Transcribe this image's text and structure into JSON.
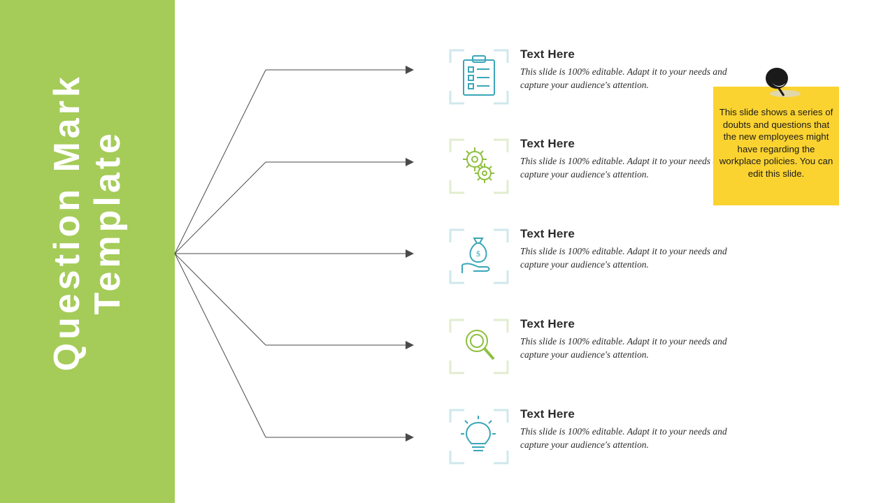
{
  "slide": {
    "title": "Question Mark\nTemplate",
    "band_color": "#a5cc58",
    "background": "#ffffff"
  },
  "rows": [
    {
      "icon": "clipboard-checklist-icon",
      "icon_color": "#3aa6b9",
      "bracket_color": "#cfe8ec",
      "title": "Text Here",
      "description": "This slide is 100% editable.  Adapt it to your needs and capture your audience's attention."
    },
    {
      "icon": "gears-icon",
      "icon_color": "#8fbf3f",
      "bracket_color": "#e2edcf",
      "title": "Text Here",
      "description": "This slide is 100% editable.  Adapt it to your needs and capture your audience's attention."
    },
    {
      "icon": "money-bag-hand-icon",
      "icon_color": "#3aa6b9",
      "bracket_color": "#cfe8ec",
      "title": "Text Here",
      "description": "This slide is 100% editable.  Adapt it to your needs and capture your audience's attention."
    },
    {
      "icon": "magnifier-icon",
      "icon_color": "#8fbf3f",
      "bracket_color": "#e2edcf",
      "title": "Text Here",
      "description": "This slide is 100% editable.  Adapt it to your needs and capture your audience's attention."
    },
    {
      "icon": "lightbulb-idea-icon",
      "icon_color": "#3aa6b9",
      "bracket_color": "#cfe8ec",
      "title": "Text Here",
      "description": "This slide is 100% editable.  Adapt it to your needs and capture your audience's attention."
    }
  ],
  "sticky_note": {
    "text": "This slide shows a series of doubts and questions that the new employees might have regarding the workplace policies. You can edit this slide.",
    "color": "#fbd331",
    "pin_color": "#1a1a1a"
  }
}
